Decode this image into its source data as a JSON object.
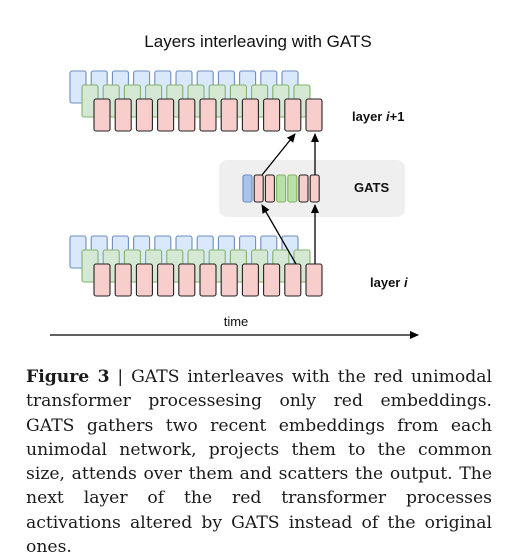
{
  "figure": {
    "title": "Layers interleaving with GATS",
    "labels": {
      "layer_top": "layer i+1",
      "layer_top_base": "layer ",
      "layer_top_var": "i",
      "layer_top_suffix": "+1",
      "gats": "GATS",
      "layer_bottom_base": "layer ",
      "layer_bottom_var": "i",
      "time": "time"
    },
    "colors": {
      "blue_fill": "#dae8fc",
      "blue_stroke": "#6c8ebf",
      "green_fill": "#d5e8d4",
      "green_stroke": "#82b366",
      "red_fill": "#f8cecc",
      "red_stroke": "#222222",
      "gats_panel": "#f0f0f0",
      "gats_blue": "#a9c4eb",
      "gats_green": "#b9e0a5",
      "arrow": "#000000"
    }
  },
  "caption": {
    "label": "Figure 3",
    "separator": " | ",
    "text": "GATS interleaves with the red unimodal transformer processesing only red embeddings. GATS gathers two recent embeddings from each unimodal network, projects them to the common size, attends over them and scatters the output. The next layer of the red transformer processes activations altered by GATS instead of the original ones."
  }
}
